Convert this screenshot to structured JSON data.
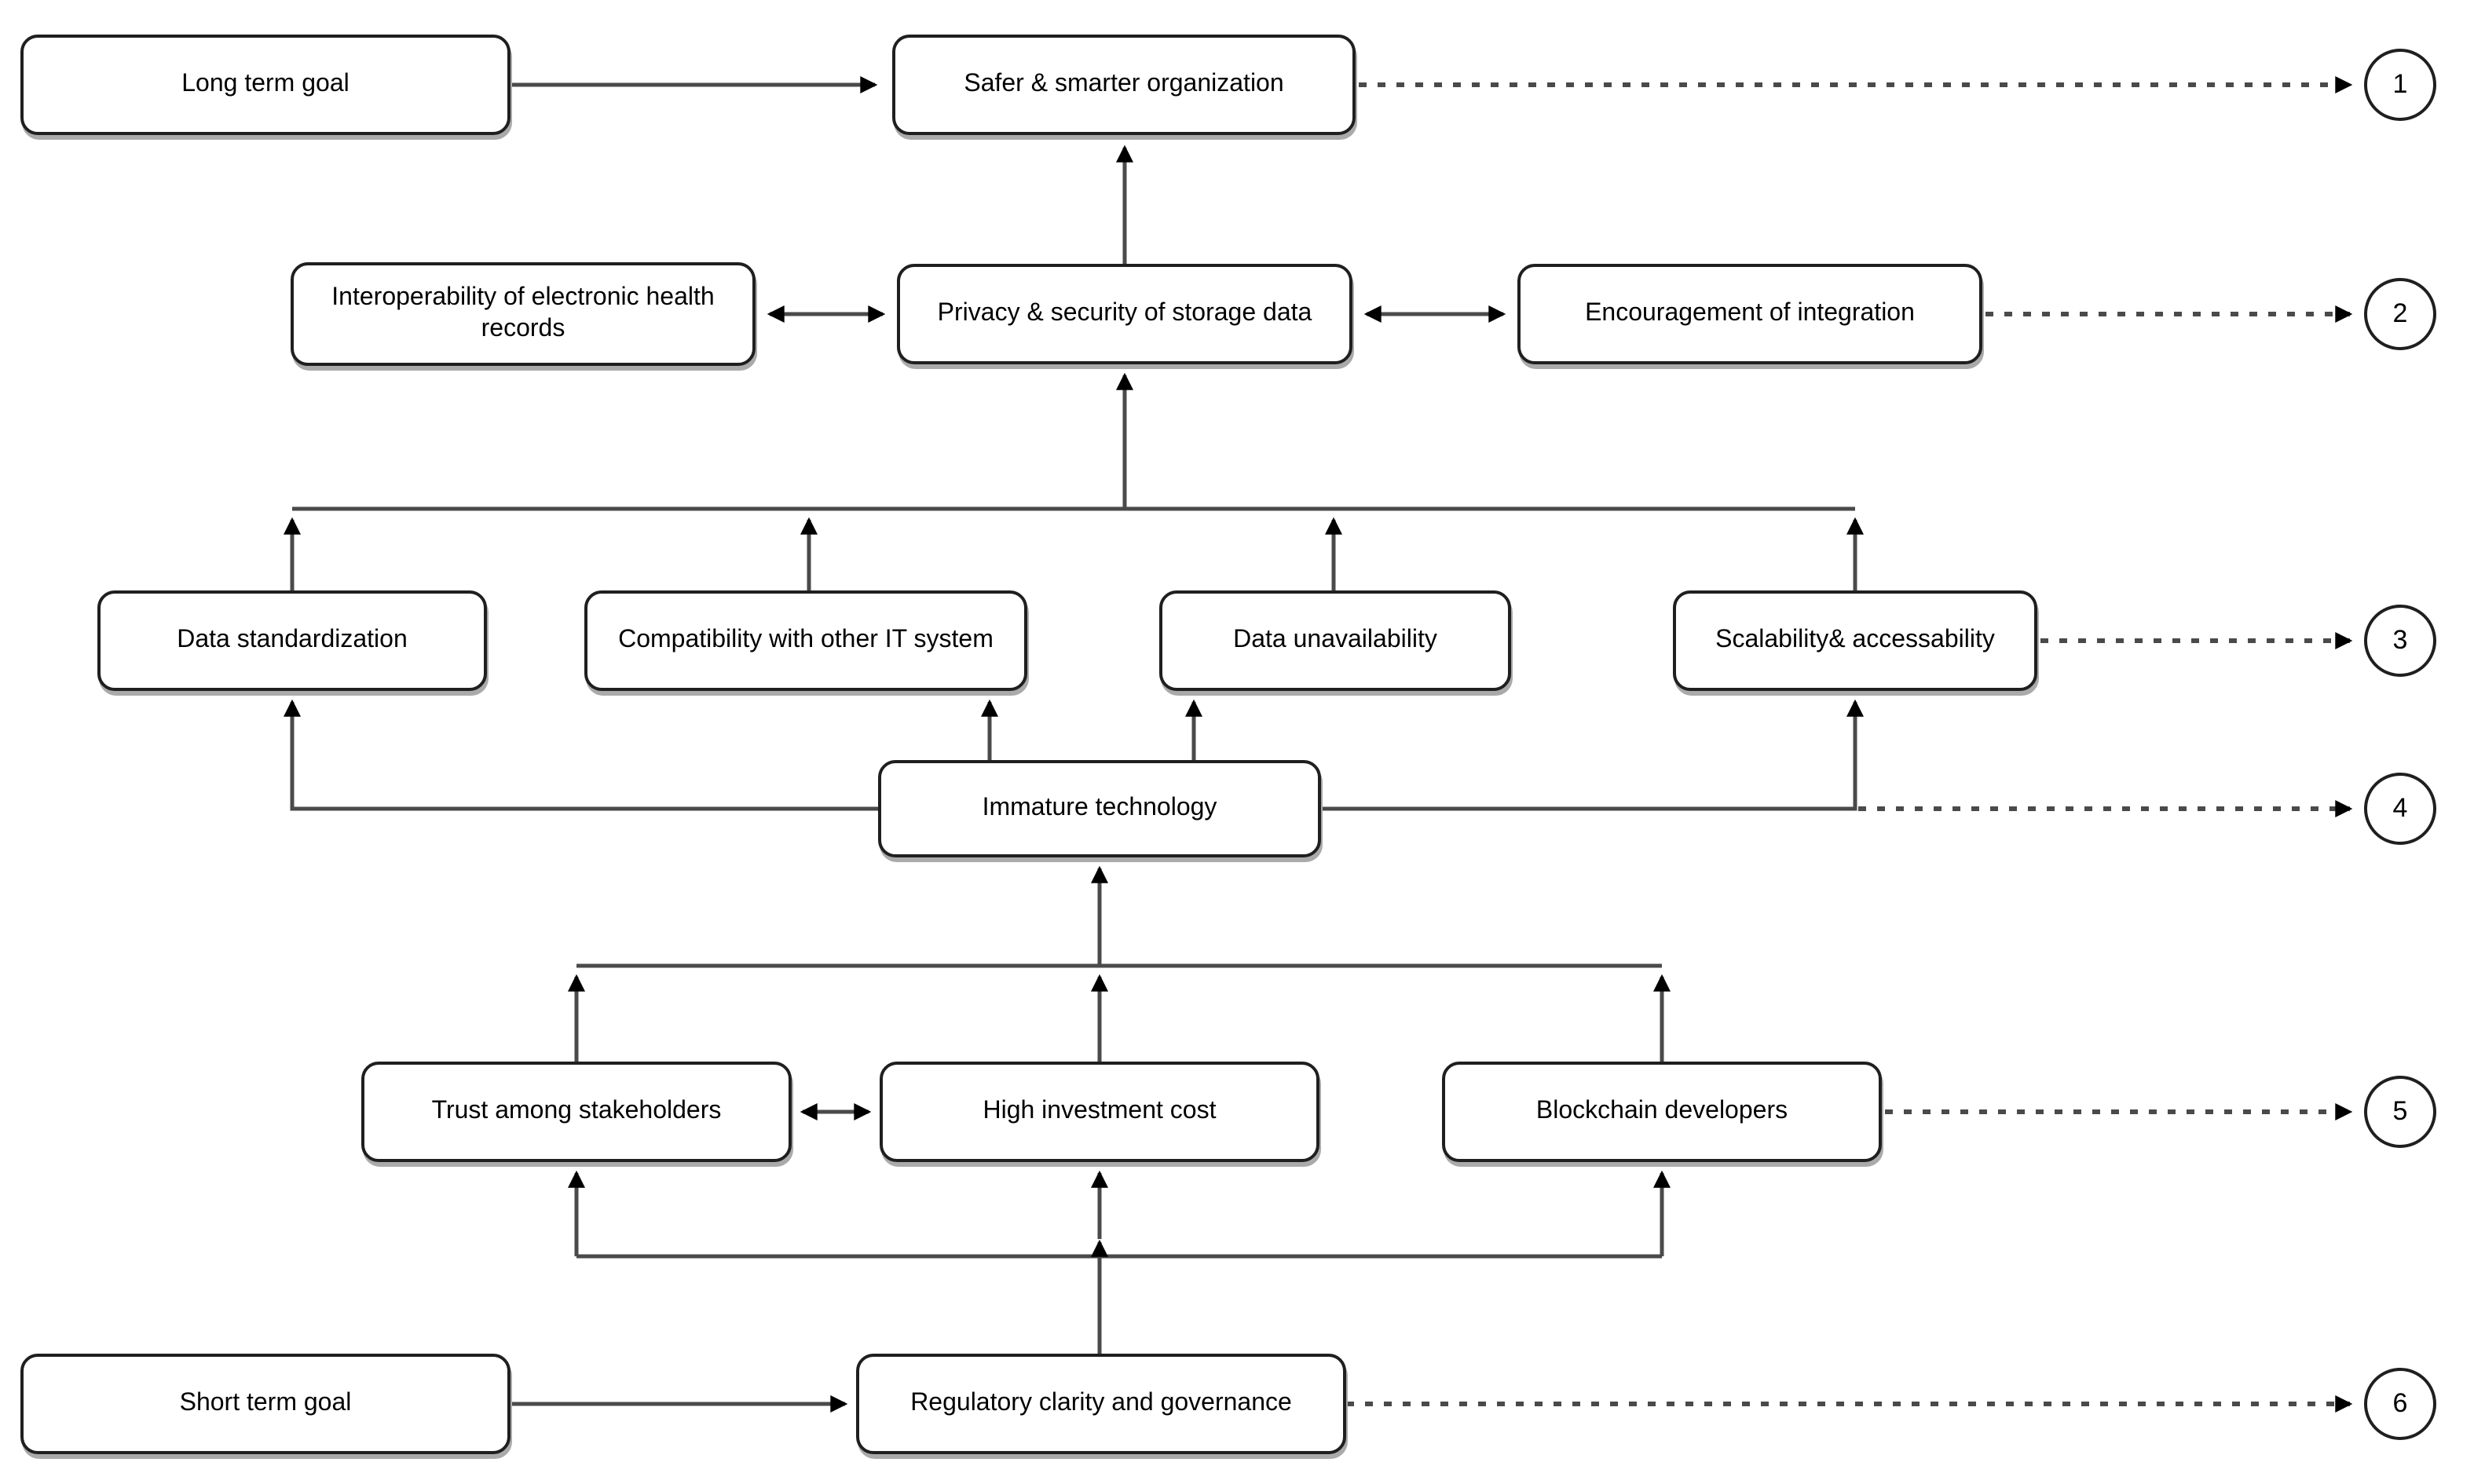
{
  "diagram_type": "hierarchical interpretive structural model (flow diagram)",
  "nodes": {
    "long_term_goal": "Long term goal",
    "safer_smarter_organization": "Safer & smarter organization",
    "interoperability_ehr": "Interoperability of electronic health records",
    "privacy_security_storage": "Privacy & security of storage data",
    "encouragement_integration": "Encouragement of integration",
    "data_standardization": "Data standardization",
    "compatibility_it": "Compatibility with other IT system",
    "data_unavailability": "Data unavailability",
    "scalability_accessability": "Scalability& accessability",
    "immature_technology": "Immature technology",
    "trust_stakeholders": "Trust among stakeholders",
    "high_investment_cost": "High investment cost",
    "blockchain_developers": "Blockchain developers",
    "short_term_goal": "Short term goal",
    "regulatory_clarity": "Regulatory clarity and governance"
  },
  "level_markers": [
    "1",
    "2",
    "3",
    "4",
    "5",
    "6"
  ],
  "edges": [
    {
      "from": "Long term goal",
      "to": "Safer & smarter organization",
      "style": "solid"
    },
    {
      "from": "Privacy & security of storage data",
      "to": "Safer & smarter organization",
      "style": "solid"
    },
    {
      "from": "Interoperability of electronic health records",
      "to": "Privacy & security of storage data",
      "style": "bidirectional"
    },
    {
      "from": "Encouragement of integration",
      "to": "Privacy & security of storage data",
      "style": "bidirectional"
    },
    {
      "from": "Data standardization",
      "to": "Privacy & security of storage data",
      "style": "solid"
    },
    {
      "from": "Compatibility with other IT system",
      "to": "Privacy & security of storage data",
      "style": "solid"
    },
    {
      "from": "Data unavailability",
      "to": "Privacy & security of storage data",
      "style": "solid"
    },
    {
      "from": "Scalability& accessability",
      "to": "Privacy & security of storage data",
      "style": "solid"
    },
    {
      "from": "Immature technology",
      "to": "Data standardization",
      "style": "solid"
    },
    {
      "from": "Immature technology",
      "to": "Compatibility with other IT system",
      "style": "solid"
    },
    {
      "from": "Immature technology",
      "to": "Data unavailability",
      "style": "solid"
    },
    {
      "from": "Immature technology",
      "to": "Scalability& accessability",
      "style": "solid"
    },
    {
      "from": "Trust among stakeholders",
      "to": "Immature technology",
      "style": "solid"
    },
    {
      "from": "High investment cost",
      "to": "Immature technology",
      "style": "solid"
    },
    {
      "from": "Blockchain developers",
      "to": "Immature technology",
      "style": "solid"
    },
    {
      "from": "Trust among stakeholders",
      "to": "High investment cost",
      "style": "bidirectional"
    },
    {
      "from": "Regulatory clarity and governance",
      "to": "Trust among stakeholders",
      "style": "solid"
    },
    {
      "from": "Regulatory clarity and governance",
      "to": "High investment cost",
      "style": "solid"
    },
    {
      "from": "Regulatory clarity and governance",
      "to": "Blockchain developers",
      "style": "solid"
    },
    {
      "from": "Short term goal",
      "to": "Regulatory clarity and governance",
      "style": "solid"
    }
  ],
  "level_links": [
    {
      "node": "Safer & smarter organization",
      "level": "1",
      "style": "dashed"
    },
    {
      "node": "Encouragement of integration",
      "level": "2",
      "style": "dashed"
    },
    {
      "node": "Scalability& accessability",
      "level": "3",
      "style": "dashed"
    },
    {
      "node": "Immature technology",
      "level": "4",
      "style": "dashed"
    },
    {
      "node": "Blockchain developers",
      "level": "5",
      "style": "dashed"
    },
    {
      "node": "Regulatory clarity and governance",
      "level": "6",
      "style": "dashed"
    }
  ],
  "colors": {
    "background": "#ffffff",
    "box_border": "#1f1f1f",
    "line": "#4a4a4a",
    "arrowhead": "#000000",
    "text": "#000000"
  }
}
